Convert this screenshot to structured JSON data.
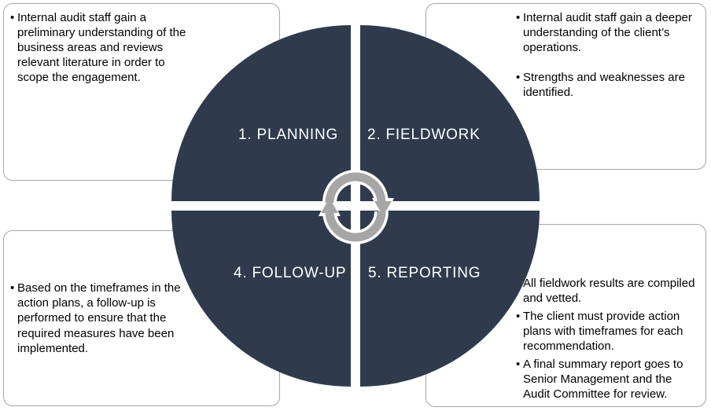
{
  "diagram": {
    "quadrants": [
      {
        "label": "1. PLANNING"
      },
      {
        "label": "2. FIELDWORK"
      },
      {
        "label": "4. FOLLOW-UP"
      },
      {
        "label": "5. REPORTING"
      }
    ],
    "callouts": {
      "planning": {
        "bullets": [
          "Internal audit staff gain a preliminary understanding of the business areas and reviews relevant literature in order to scope the engagement."
        ]
      },
      "fieldwork": {
        "bullets": [
          "Internal audit staff gain a deeper understanding of the client’s operations.",
          "Strengths and weaknesses are identified."
        ]
      },
      "followup": {
        "bullets": [
          "Based on the timeframes in the action plans, a follow-up is performed to ensure that the required measures have been implemented."
        ]
      },
      "reporting": {
        "bullets": [
          "All fieldwork results are compiled and vetted.",
          "The client must provide action plans with timeframes for each recommendation.",
          "A final summary report goes to Senior Management and the Audit Committee for review."
        ]
      }
    },
    "colors": {
      "quadrant_fill": "#2f3b4d",
      "box_border": "#a6a6a6",
      "arrow_fill": "#a6a6a6",
      "label_text": "#ffffff",
      "body_text": "#000000"
    }
  }
}
